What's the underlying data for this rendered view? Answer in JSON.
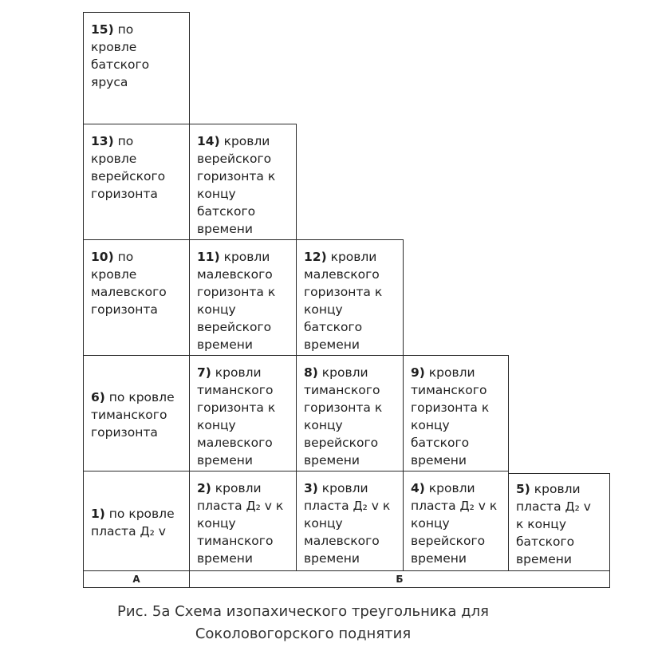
{
  "cells": [
    {
      "id": "c15",
      "num": "15)",
      "text": " по\nкровле\nбатского\nяруса"
    },
    {
      "id": "c13",
      "num": "13)",
      "text": " по\nкровле\nверейского\nгоризонта"
    },
    {
      "id": "c14",
      "num": "14)",
      "text": " кровли\nверейского\nгоризонта к\nконцу\nбатского\nвремени"
    },
    {
      "id": "c10",
      "num": "10)",
      "text": " по\nкровле\nмалевского\nгоризонта"
    },
    {
      "id": "c11",
      "num": "11)",
      "text": " кровли\nмалевского\nгоризонта к\nконцу\nверейского\nвремени"
    },
    {
      "id": "c12",
      "num": "12)",
      "text": " кровли\nмалевского\nгоризонта к\nконцу\nбатского\nвремени"
    },
    {
      "id": "c6",
      "num": "6)",
      "text": " по кровле\nтиманского\nгоризонта"
    },
    {
      "id": "c7",
      "num": "7)",
      "text": " кровли\nтиманского\nгоризонта к\nконцу\nмалевского\nвремени"
    },
    {
      "id": "c8",
      "num": "8)",
      "text": " кровли\nтиманского\nгоризонта к\nконцу\nверейского\nвремени"
    },
    {
      "id": "c9",
      "num": "9)",
      "text": " кровли\nтиманского\nгоризонта к\nконцу\nбатского\nвремени"
    },
    {
      "id": "c1",
      "num": "1)",
      "text": " по кровле\nпласта Д₂ v"
    },
    {
      "id": "c2",
      "num": "2)",
      "text": " кровли\nпласта Д₂ v к\nконцу\nтиманского\nвремени"
    },
    {
      "id": "c3",
      "num": "3)",
      "text": " кровли\nпласта Д₂ v к\nконцу\nмалевского\nвремени"
    },
    {
      "id": "c4",
      "num": "4)",
      "text": " кровли\nпласта Д₂ v к\nконцу\nверейского\nвремени"
    },
    {
      "id": "c5",
      "num": "5)",
      "text": " кровли\nпласта Д₂ v\nк концу\nбатского\nвремени"
    }
  ],
  "footer": {
    "a": "А",
    "b": "Б"
  },
  "caption": {
    "line1": "Рис. 5а Схема изопахического треугольника для",
    "line2": "Соколовогорского поднятия"
  }
}
